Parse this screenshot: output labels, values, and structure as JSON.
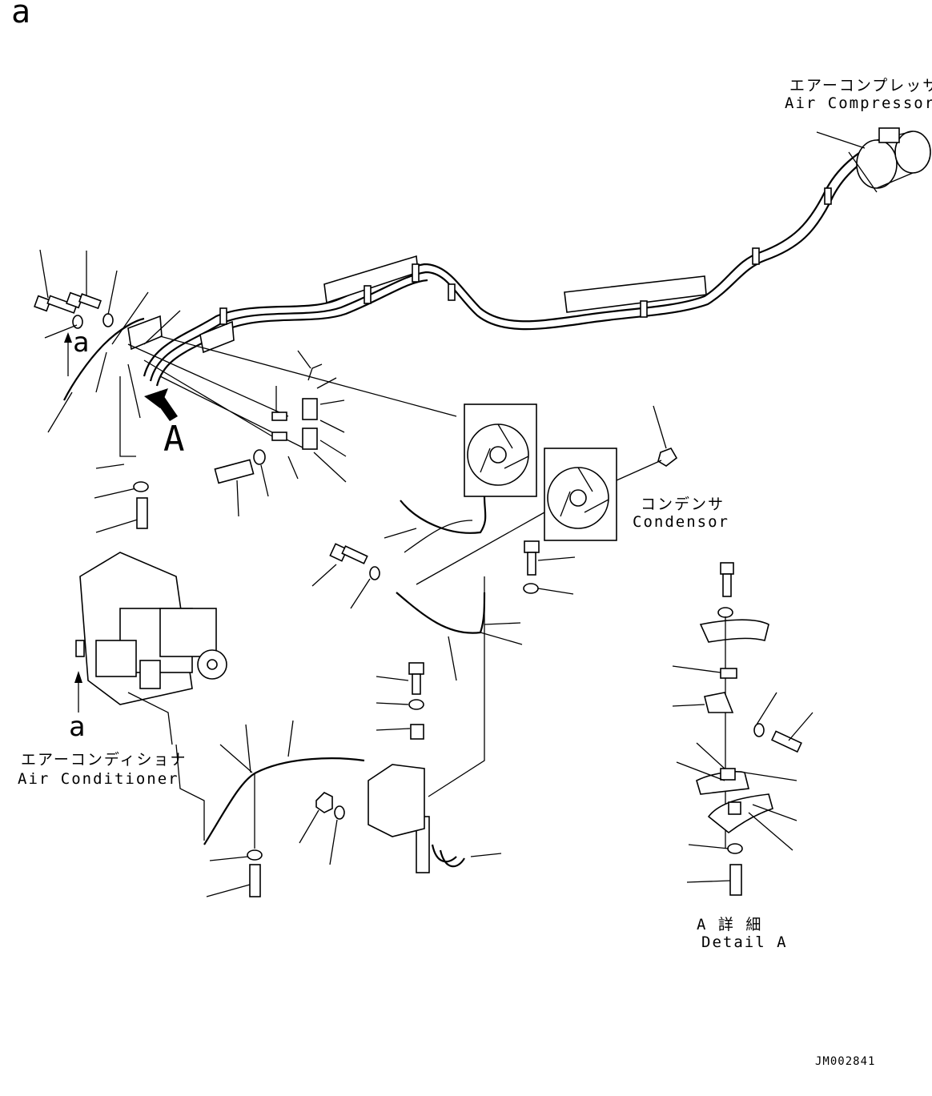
{
  "diagram": {
    "view_marker_top_left": "a",
    "air_compressor": {
      "jp": "エアーコンプレッサ",
      "en": "Air Compressor"
    },
    "condensor": {
      "jp": "コンデンサ",
      "en": "Condensor"
    },
    "air_conditioner": {
      "jp": "エアーコンディショナ",
      "en": "Air Conditioner"
    },
    "detail": {
      "jp": "A 詳 細",
      "en": "Detail A"
    },
    "view_arrow_a_marker": "a",
    "view_arrow_ac_marker": "a",
    "view_label_A": "A",
    "drawing_number": "JM002841"
  }
}
